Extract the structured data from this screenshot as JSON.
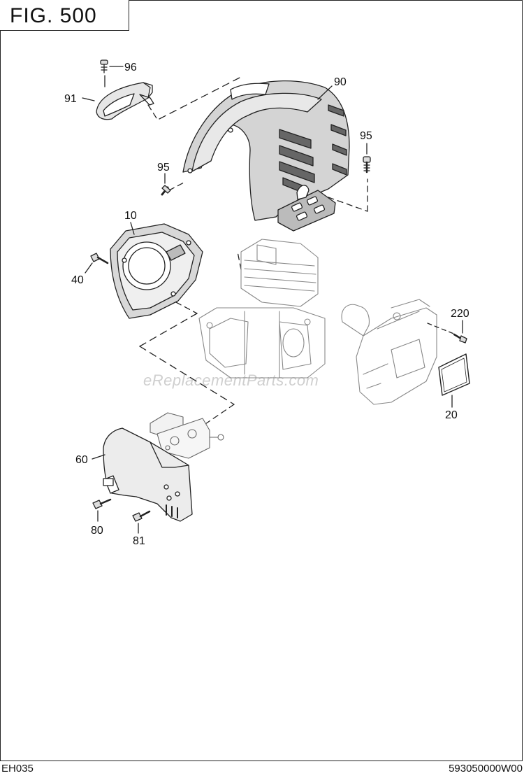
{
  "figure": {
    "title": "FIG. 500"
  },
  "watermark": "eReplacementParts.com",
  "callouts": {
    "p96": "96",
    "p91": "91",
    "p90": "90",
    "p95a": "95",
    "p95b": "95",
    "p10": "10",
    "p40": "40",
    "p220": "220",
    "p20": "20",
    "p60": "60",
    "p80": "80",
    "p81": "81"
  },
  "footer": {
    "model": "EH035",
    "part_number": "593050000W00"
  }
}
